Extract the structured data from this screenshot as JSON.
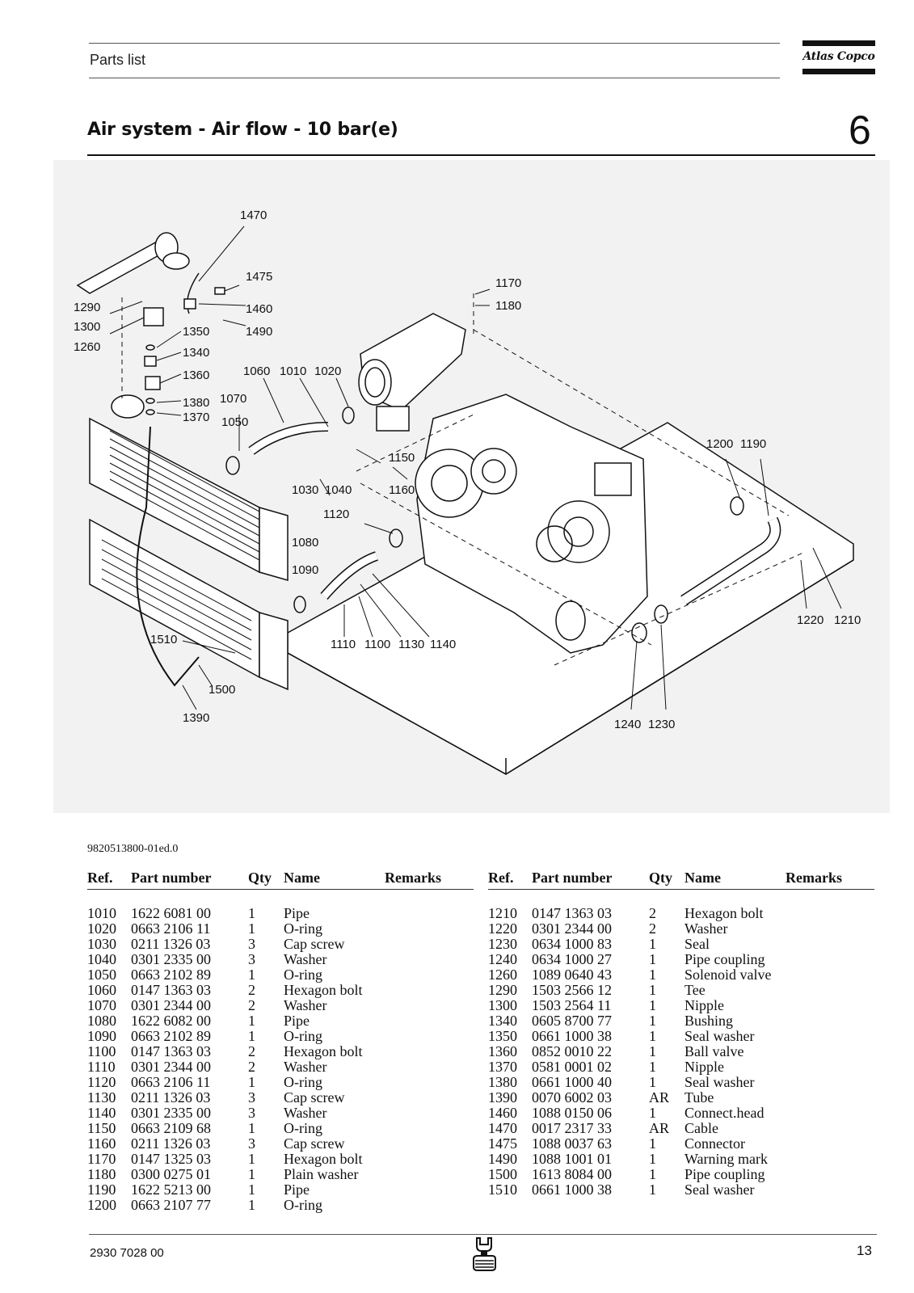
{
  "header": {
    "section_label": "Parts list",
    "brand": "Atlas Copco",
    "title": "Air system - Air flow - 10 bar(e)",
    "chapter": "6"
  },
  "diagram": {
    "callouts": [
      "1470",
      "1475",
      "1460",
      "1490",
      "1290",
      "1300",
      "1260",
      "1350",
      "1340",
      "1360",
      "1380",
      "1370",
      "1070",
      "1050",
      "1060",
      "1010",
      "1020",
      "1170",
      "1180",
      "1150",
      "1160",
      "1030",
      "1040",
      "1120",
      "1080",
      "1090",
      "1110",
      "1100",
      "1130",
      "1140",
      "1200",
      "1190",
      "1220",
      "1210",
      "1510",
      "1500",
      "1390",
      "1240",
      "1230"
    ]
  },
  "document_id": "9820513800-01ed.0",
  "table_headers": {
    "ref": "Ref.",
    "part_number": "Part number",
    "qty": "Qty",
    "name": "Name",
    "remarks": "Remarks"
  },
  "parts_left": [
    {
      "ref": "1010",
      "pn": "1622 6081 00",
      "qty": "1",
      "name": "Pipe"
    },
    {
      "ref": "1020",
      "pn": "0663 2106 11",
      "qty": "1",
      "name": "O-ring"
    },
    {
      "ref": "1030",
      "pn": "0211 1326 03",
      "qty": "3",
      "name": "Cap screw"
    },
    {
      "ref": "1040",
      "pn": "0301 2335 00",
      "qty": "3",
      "name": "Washer"
    },
    {
      "ref": "1050",
      "pn": "0663 2102 89",
      "qty": "1",
      "name": "O-ring"
    },
    {
      "ref": "1060",
      "pn": "0147 1363 03",
      "qty": "2",
      "name": "Hexagon bolt"
    },
    {
      "ref": "1070",
      "pn": "0301 2344 00",
      "qty": "2",
      "name": "Washer"
    },
    {
      "ref": "1080",
      "pn": "1622 6082 00",
      "qty": "1",
      "name": "Pipe"
    },
    {
      "ref": "1090",
      "pn": "0663 2102 89",
      "qty": "1",
      "name": "O-ring"
    },
    {
      "ref": "1100",
      "pn": "0147 1363 03",
      "qty": "2",
      "name": "Hexagon bolt"
    },
    {
      "ref": "1110",
      "pn": "0301 2344 00",
      "qty": "2",
      "name": "Washer"
    },
    {
      "ref": "1120",
      "pn": "0663 2106 11",
      "qty": "1",
      "name": "O-ring"
    },
    {
      "ref": "1130",
      "pn": "0211 1326 03",
      "qty": "3",
      "name": "Cap screw"
    },
    {
      "ref": "1140",
      "pn": "0301 2335 00",
      "qty": "3",
      "name": "Washer"
    },
    {
      "ref": "1150",
      "pn": "0663 2109 68",
      "qty": "1",
      "name": "O-ring"
    },
    {
      "ref": "1160",
      "pn": "0211 1326 03",
      "qty": "3",
      "name": "Cap screw"
    },
    {
      "ref": "1170",
      "pn": "0147 1325 03",
      "qty": "1",
      "name": "Hexagon bolt"
    },
    {
      "ref": "1180",
      "pn": "0300 0275 01",
      "qty": "1",
      "name": "Plain washer"
    },
    {
      "ref": "1190",
      "pn": "1622 5213 00",
      "qty": "1",
      "name": "Pipe"
    },
    {
      "ref": "1200",
      "pn": "0663 2107 77",
      "qty": "1",
      "name": "O-ring"
    }
  ],
  "parts_right": [
    {
      "ref": "1210",
      "pn": "0147 1363 03",
      "qty": "2",
      "name": "Hexagon bolt"
    },
    {
      "ref": "1220",
      "pn": "0301 2344 00",
      "qty": "2",
      "name": "Washer"
    },
    {
      "ref": "1230",
      "pn": "0634 1000 83",
      "qty": "1",
      "name": "Seal"
    },
    {
      "ref": "1240",
      "pn": "0634 1000 27",
      "qty": "1",
      "name": "Pipe coupling"
    },
    {
      "ref": "1260",
      "pn": "1089 0640 43",
      "qty": "1",
      "name": "Solenoid valve"
    },
    {
      "ref": "1290",
      "pn": "1503 2566 12",
      "qty": "1",
      "name": "Tee"
    },
    {
      "ref": "1300",
      "pn": "1503 2564 11",
      "qty": "1",
      "name": "Nipple"
    },
    {
      "ref": "1340",
      "pn": "0605 8700 77",
      "qty": "1",
      "name": "Bushing"
    },
    {
      "ref": "1350",
      "pn": "0661 1000 38",
      "qty": "1",
      "name": "Seal washer"
    },
    {
      "ref": "1360",
      "pn": "0852 0010 22",
      "qty": "1",
      "name": "Ball valve"
    },
    {
      "ref": "1370",
      "pn": "0581 0001 02",
      "qty": "1",
      "name": "Nipple"
    },
    {
      "ref": "1380",
      "pn": "0661 1000 40",
      "qty": "1",
      "name": "Seal washer"
    },
    {
      "ref": "1390",
      "pn": "0070 6002 03",
      "qty": "AR",
      "name": "Tube"
    },
    {
      "ref": "1460",
      "pn": "1088 0150 06",
      "qty": "1",
      "name": "Connect.head"
    },
    {
      "ref": "1470",
      "pn": "0017 2317 33",
      "qty": "AR",
      "name": "Cable"
    },
    {
      "ref": "1475",
      "pn": "1088 0037 63",
      "qty": "1",
      "name": "Connector"
    },
    {
      "ref": "1490",
      "pn": "1088 1001 01",
      "qty": "1",
      "name": "Warning mark"
    },
    {
      "ref": "1500",
      "pn": "1613 8084 00",
      "qty": "1",
      "name": "Pipe coupling"
    },
    {
      "ref": "1510",
      "pn": "0661 1000 38",
      "qty": "1",
      "name": "Seal washer"
    }
  ],
  "footer": {
    "doc_number": "2930 7028 00",
    "page_number": "13",
    "icon": "service-wrench-hand-icon"
  }
}
